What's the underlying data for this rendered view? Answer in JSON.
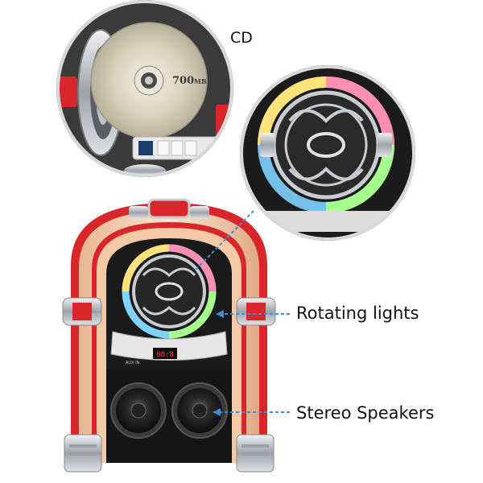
{
  "labels": {
    "cd": "CD",
    "rotating_lights": "Rotating lights",
    "stereo_speakers": "Stereo Speakers"
  },
  "disc": {
    "capacity_text": "700",
    "capacity_unit": "MB"
  },
  "device": {
    "aux_label": "AUX IN",
    "display_readout": "88:8"
  },
  "colors": {
    "accent_red": "#d8262a",
    "tube_glow": "#f7d2b0",
    "chrome": "#c9ccd1",
    "body_black": "#1a1a1a",
    "callout_line": "#3c8fd6"
  },
  "icons": [
    "cd-disc",
    "speaker-cone",
    "led-ring",
    "chrome-grille"
  ]
}
